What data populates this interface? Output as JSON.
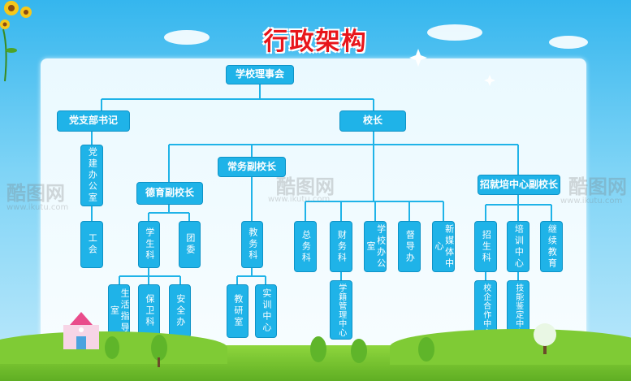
{
  "title": "行政架构",
  "nodes": {
    "board_of_directors": "学校理事会",
    "party_secretary": "党支部书记",
    "principal": "校长",
    "party_office": "党建办公室",
    "union": "工会",
    "executive_vp": "常务副校长",
    "moral_vp": "德育副校长",
    "student_dept": "学生科",
    "youth_league": "团委",
    "life_office": "生活指导室",
    "security_dept": "保卫科",
    "safety_office": "安全办",
    "academic_affairs": "教务科",
    "teaching_research": "教研室",
    "training_center": "实训中心",
    "general_affairs": "总务科",
    "finance": "财务科",
    "student_records": "学籍管理中心",
    "school_office": "学校办公室",
    "supervision": "督导办",
    "new_media": "新媒体中心",
    "enrollment_vp": "招就培中心副校长",
    "admissions": "招生科",
    "training_dept": "培训中心",
    "continuing_ed": "继续教育",
    "school_enterprise": "校企合作中心",
    "skill_appraisal": "技能鉴定中心"
  },
  "watermark": {
    "logo": "酷图网",
    "url": "www.ikutu.com"
  },
  "colors": {
    "node": "#1fb3e8",
    "line": "#1fb3e8",
    "title": "#e8161b",
    "sky": "#35b6ee",
    "grass": "#7fcb35"
  }
}
